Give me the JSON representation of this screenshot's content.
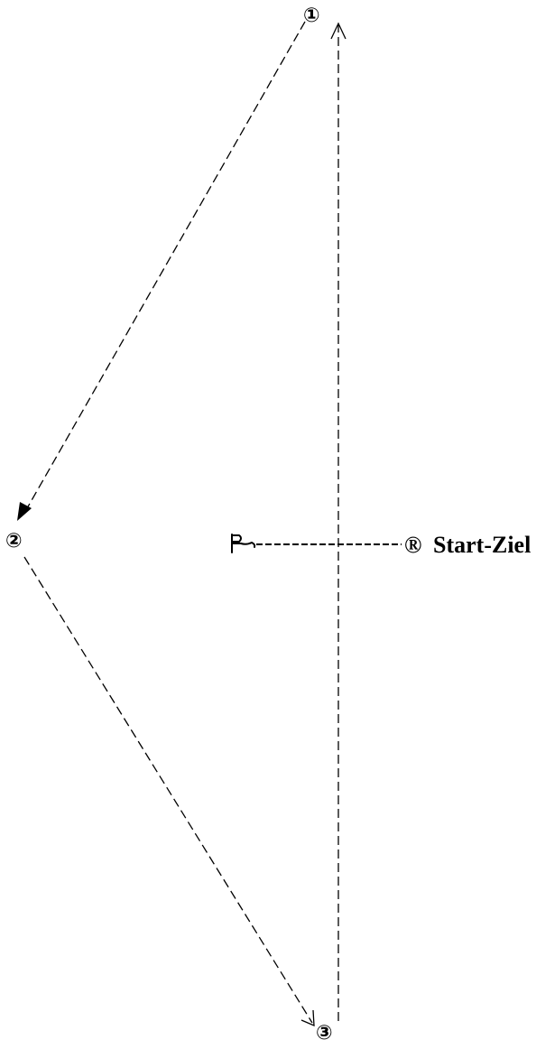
{
  "marks": [
    {
      "id": "mark-1",
      "label": "①"
    },
    {
      "id": "mark-2",
      "label": "②"
    },
    {
      "id": "mark-3",
      "label": "③"
    }
  ],
  "start_finish": {
    "symbol": "®",
    "label": "Start-Ziel"
  },
  "icons": {
    "start_flag": "flag-icon"
  },
  "colors": {
    "line": "#000000",
    "background": "#ffffff"
  }
}
